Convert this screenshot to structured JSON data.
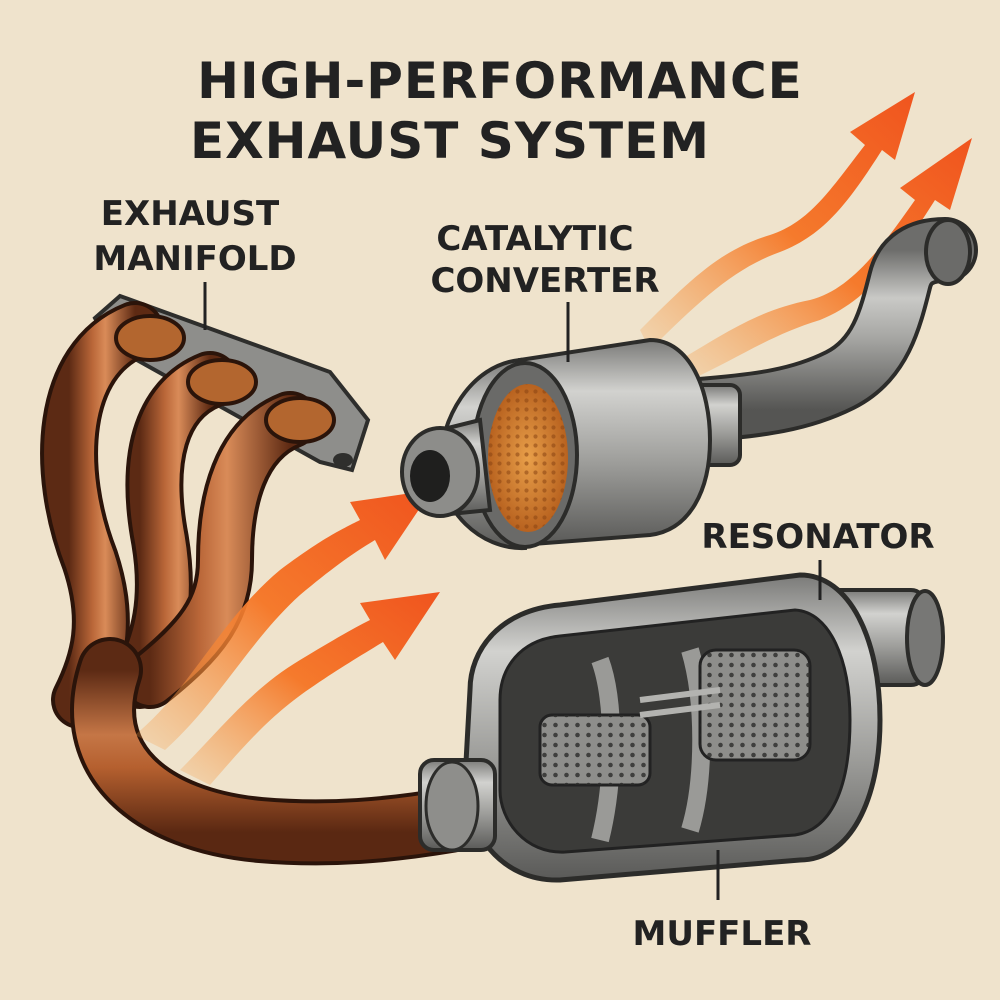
{
  "title": {
    "line1": "HIGH-PERFORMANCE",
    "line2": "EXHAUST SYSTEM"
  },
  "labels": {
    "manifold": {
      "line1": "EXHAUST",
      "line2": "MANIFOLD"
    },
    "converter": {
      "line1": "CATALYTIC",
      "line2": "CONVERTER"
    },
    "resonator": "RESONATOR",
    "muffler": "MUFFLER"
  },
  "colors": {
    "background": "#efe3cc",
    "copper": "#a5532a",
    "steel": "#9a9a98",
    "flow_arrow": "#f0541e",
    "flow_arrow_light": "#f6a04a",
    "catalyst": "#d98a32",
    "ink": "#222222"
  }
}
